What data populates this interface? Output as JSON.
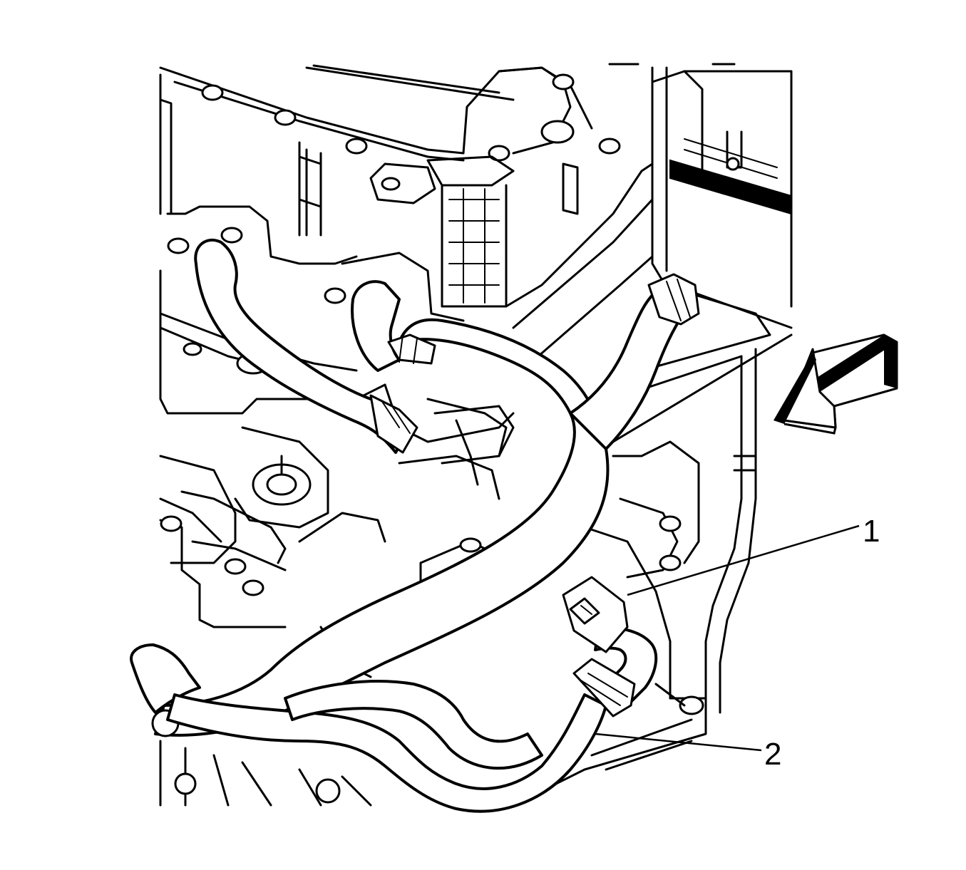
{
  "callouts": [
    {
      "id": "1",
      "label": "1"
    },
    {
      "id": "2",
      "label": "2"
    }
  ],
  "colors": {
    "line": "#000000",
    "background": "#ffffff"
  },
  "icons": {
    "view_arrow": "direction-arrow-icon"
  }
}
